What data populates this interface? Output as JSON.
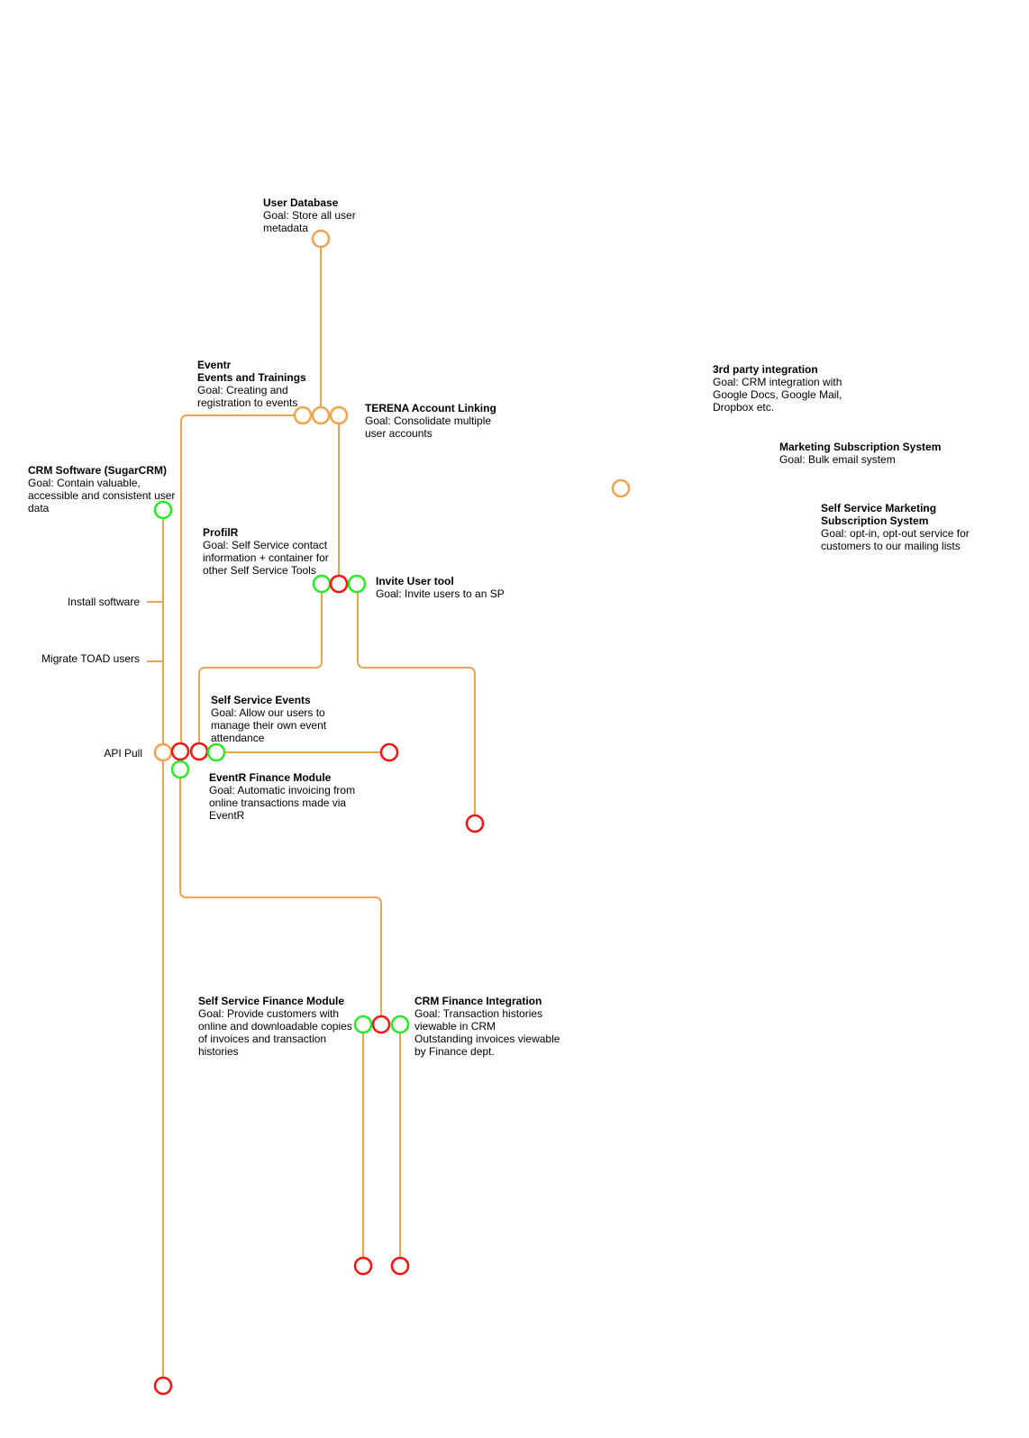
{
  "colors": {
    "line": "#f0a24e",
    "orange": "#f0a24e",
    "red": "#ff1010",
    "green": "#22ee22",
    "text": "#000000"
  },
  "nodes": {
    "user_database": {
      "title": "User Database",
      "goal": "Goal: Store all user\nmetadata"
    },
    "eventr": {
      "title1": "Eventr",
      "title2": "Events and Trainings",
      "goal": "Goal: Creating and\nregistration to events"
    },
    "terena": {
      "title": "TERENA Account Linking",
      "goal": "Goal: Consolidate multiple\nuser accounts"
    },
    "crm_software": {
      "title": "CRM Software (SugarCRM)",
      "goal": "Goal: Contain valuable,\naccessible and consistent user\ndata"
    },
    "profilr": {
      "title": "ProfilR",
      "goal": "Goal: Self Service contact\ninformation + container for\nother Self Service Tools"
    },
    "invite_user": {
      "title": "Invite User tool",
      "goal": "Goal: Invite users to an SP"
    },
    "self_service_events": {
      "title": "Self Service Events",
      "goal": "Goal: Allow our users to\nmanage their own event\nattendance"
    },
    "eventr_finance": {
      "title": "EventR Finance Module",
      "goal": "Goal: Automatic invoicing from\nonline transactions made via\nEventR"
    },
    "self_service_finance": {
      "title": "Self Service Finance Module",
      "goal": "Goal: Provide customers with\nonline and downloadable copies\nof invoices and transaction\nhistories"
    },
    "crm_finance": {
      "title": "CRM Finance Integration",
      "goal": "Goal: Transaction histories\nviewable in CRM\nOutstanding invoices viewable\nby Finance dept."
    },
    "third_party": {
      "title": "3rd party integration",
      "goal": "Goal: CRM integration with\nGoogle Docs, Google Mail,\nDropbox etc."
    },
    "marketing_sub": {
      "title": "Marketing Subscription System",
      "goal": "Goal: Bulk email system"
    },
    "self_service_marketing": {
      "title1": "Self Service Marketing",
      "title2": "Subscription System",
      "goal": "Goal: opt-in, opt-out service for\ncustomers to our mailing lists"
    }
  },
  "milestones": {
    "install": "Install software",
    "migrate": "Migrate TOAD users",
    "api_pull": "API Pull"
  },
  "node_status": {
    "user_database": "orange",
    "eventr": "orange",
    "terena_top": "orange",
    "third_party": "orange",
    "crm_software": "green",
    "profilr": "green",
    "terena_mid": "red",
    "invite_user": "green",
    "api_pull": "orange",
    "eventr_branch": "red",
    "self_service_events": "red",
    "sse_start": "green",
    "sse_end": "red",
    "eventr_finance": "green",
    "invite_end": "red",
    "ssf_start": "green",
    "finance_mid": "red",
    "crmf_start": "green",
    "ssf_end": "red",
    "crmf_end": "red",
    "crm_end": "red"
  }
}
